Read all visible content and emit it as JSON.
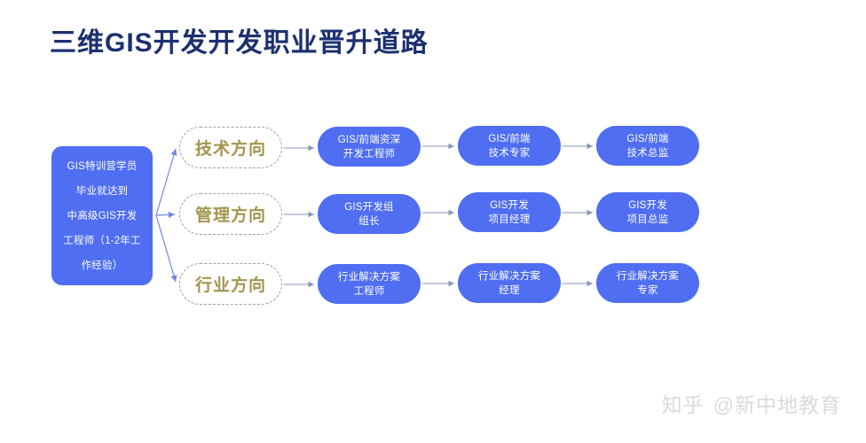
{
  "title": "三维GIS开发开发职业晋升道路",
  "colors": {
    "title_navy": "#1c3070",
    "node_blue": "#4f6ef2",
    "direction_gold": "#a2954f",
    "dashed_border": "#9aa0ab",
    "connector": "#8a96b8",
    "watermark_gray": "#d8dade",
    "background": "#ffffff"
  },
  "origin": {
    "name": "origin-node",
    "lines": [
      "GIS特训营学员",
      "毕业就达到",
      "中高级GIS开发",
      "工程师（1-2年工",
      "作经验）"
    ]
  },
  "tracks": [
    {
      "key": "technical",
      "direction_label": "技术方向",
      "stages": [
        {
          "lines": [
            "GIS/前端资深",
            "开发工程师"
          ]
        },
        {
          "lines": [
            "GIS/前端",
            "技术专家"
          ]
        },
        {
          "lines": [
            "GIS/前端",
            "技术总监"
          ]
        }
      ]
    },
    {
      "key": "management",
      "direction_label": "管理方向",
      "stages": [
        {
          "lines": [
            "GIS开发组",
            "组长"
          ]
        },
        {
          "lines": [
            "GIS开发",
            "项目经理"
          ]
        },
        {
          "lines": [
            "GIS开发",
            "项目总监"
          ]
        }
      ]
    },
    {
      "key": "industry",
      "direction_label": "行业方向",
      "stages": [
        {
          "lines": [
            "行业解决方案",
            "工程师"
          ]
        },
        {
          "lines": [
            "行业解决方案",
            "经理"
          ]
        },
        {
          "lines": [
            "行业解决方案",
            "专家"
          ]
        }
      ]
    }
  ],
  "watermark": {
    "brand": "知乎",
    "handle": "@新中地教育"
  }
}
